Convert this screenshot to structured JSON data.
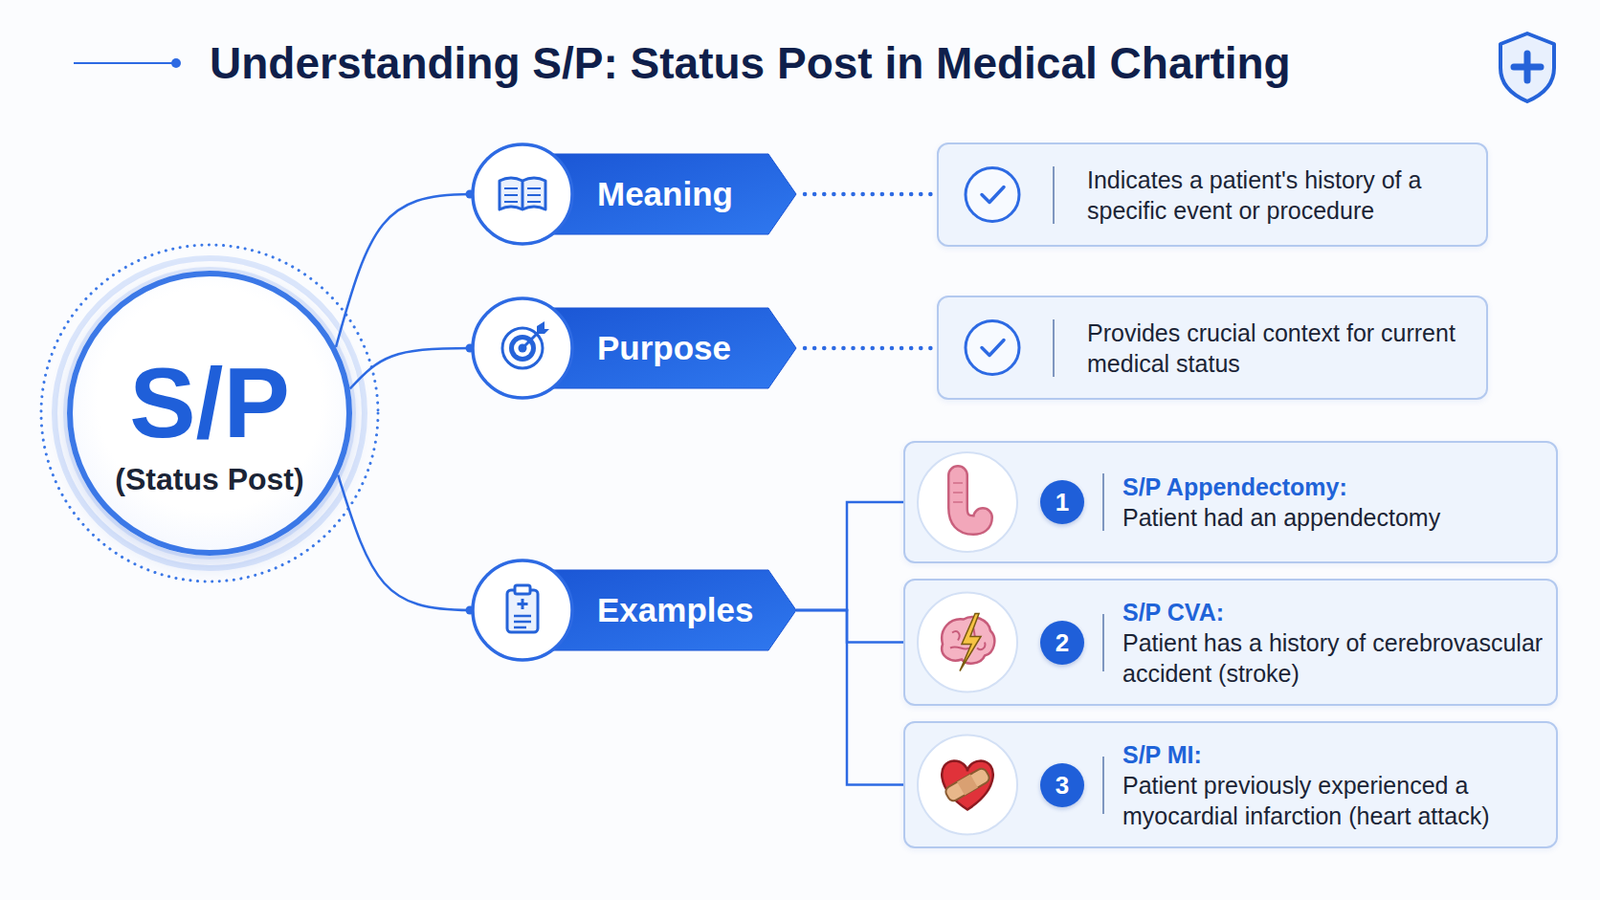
{
  "diagram": {
    "title": "Understanding S/P: Status Post in Medical Charting",
    "nodes": [
      {
        "text": [
          "S/P",
          "(Status Post)"
        ]
      },
      {
        "text": [
          "Meaning"
        ]
      },
      {
        "text": [
          "Purpose"
        ]
      },
      {
        "text": [
          "Examples"
        ]
      },
      {
        "text": [
          "Indicates a patient's history of a specific event or procedure"
        ]
      },
      {
        "text": [
          "Provides crucial context for current medical status"
        ]
      },
      {
        "text": [
          "S/P Appendectomy:",
          "Patient had an appendectomy"
        ]
      },
      {
        "text": [
          "1"
        ],
        "in": 6
      },
      {
        "text": [
          "S/P CVA:",
          "Patient has a history of cerebrovascular accident (stroke)"
        ]
      },
      {
        "text": [
          "2"
        ],
        "in": 8
      },
      {
        "text": [
          "S/P MI:",
          "Patient previously experienced a myocardial infarction (heart attack)"
        ]
      },
      {
        "text": [
          "3"
        ],
        "in": 10
      }
    ],
    "edges": [
      {
        "from": 0,
        "to": 1,
        "arrow": "none"
      },
      {
        "from": 0,
        "to": 2,
        "arrow": "none"
      },
      {
        "from": 0,
        "to": 3,
        "arrow": "none"
      },
      {
        "from": 1,
        "to": 4,
        "arrow": "none"
      },
      {
        "from": 2,
        "to": 5,
        "arrow": "none"
      },
      {
        "from": 3,
        "to": 6,
        "arrow": "none"
      },
      {
        "from": 3,
        "to": 8,
        "arrow": "none"
      },
      {
        "from": 3,
        "to": 10,
        "arrow": "none"
      }
    ]
  }
}
